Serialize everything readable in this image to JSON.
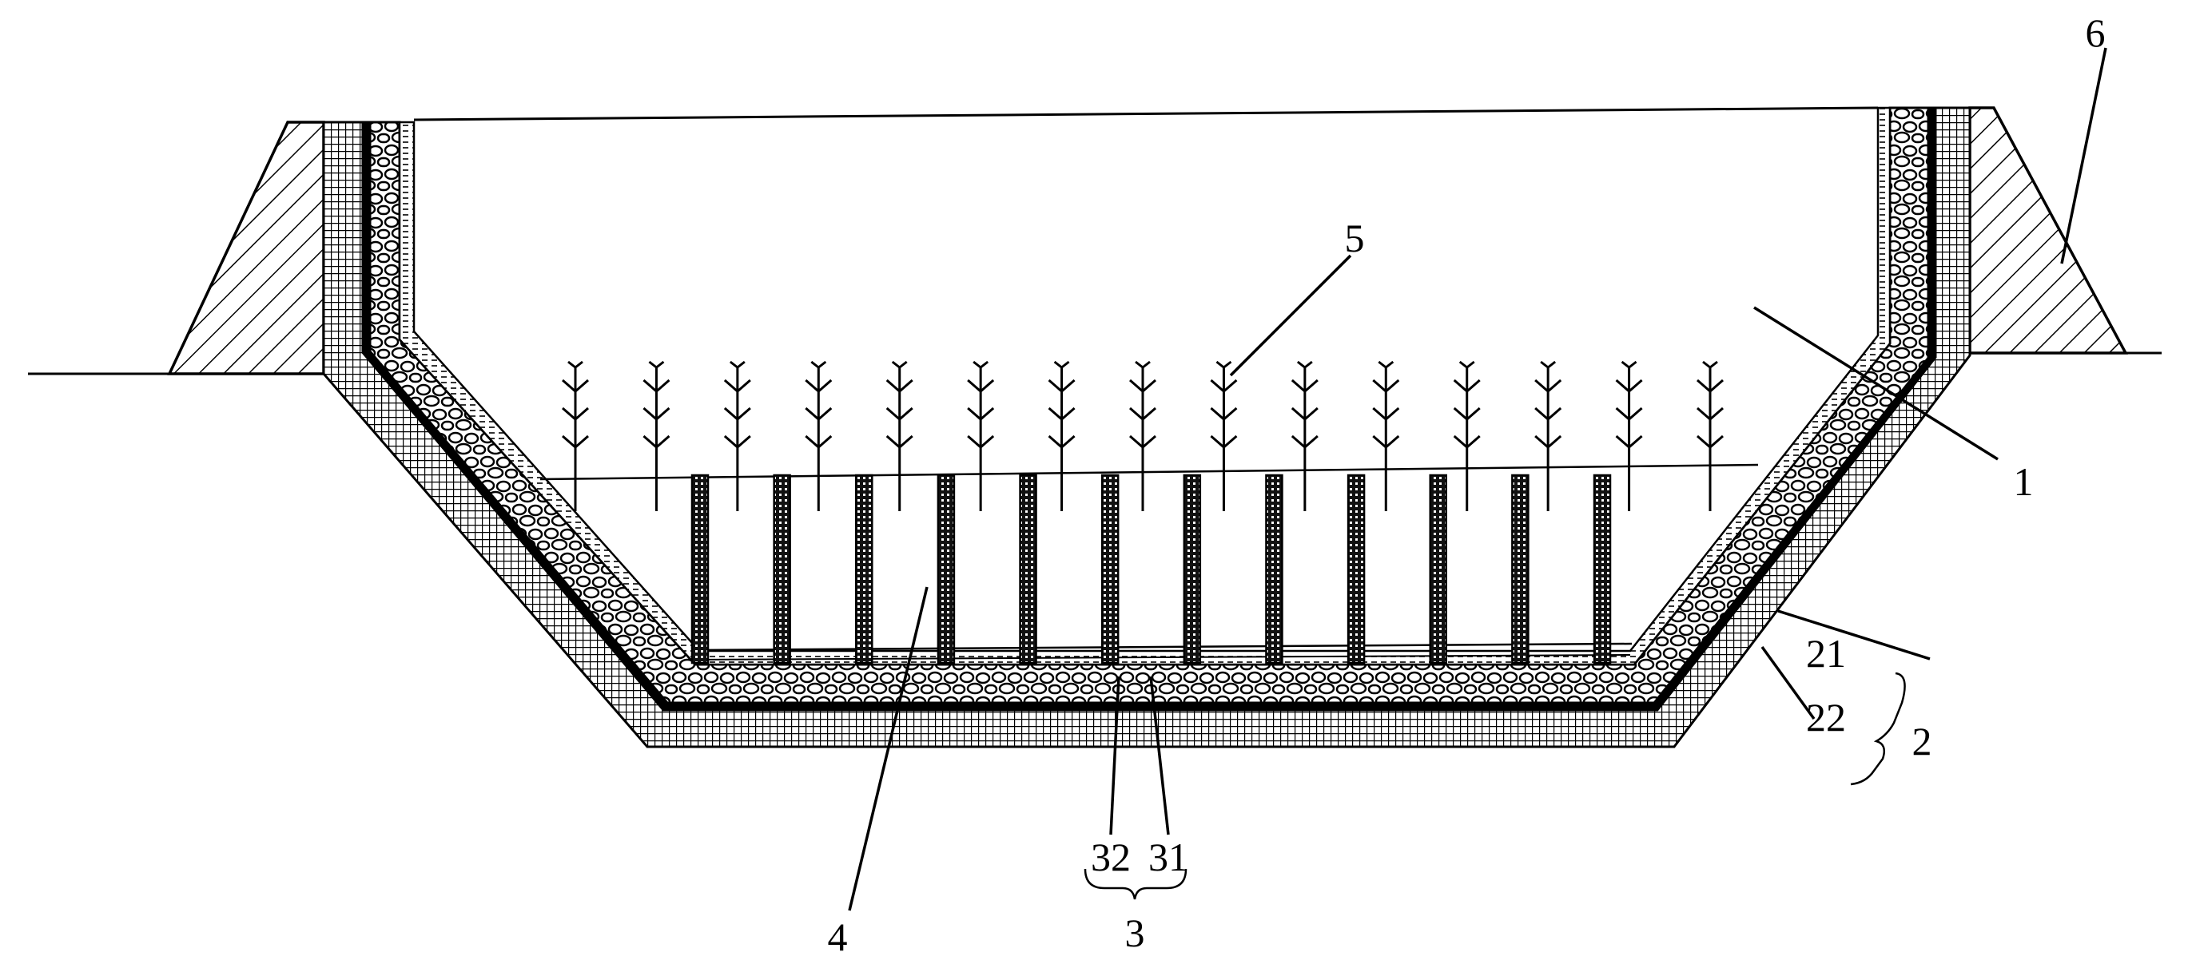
{
  "figure": {
    "labels": {
      "l1": "1",
      "l2": "2",
      "l21": "21",
      "l22": "22",
      "l3": "3",
      "l31": "31",
      "l32": "32",
      "l4": "4",
      "l5": "5",
      "l6": "6"
    },
    "counts": {
      "plants": 15,
      "columns": 12
    },
    "colors": {
      "ink": "#000000",
      "paper": "#ffffff"
    }
  }
}
